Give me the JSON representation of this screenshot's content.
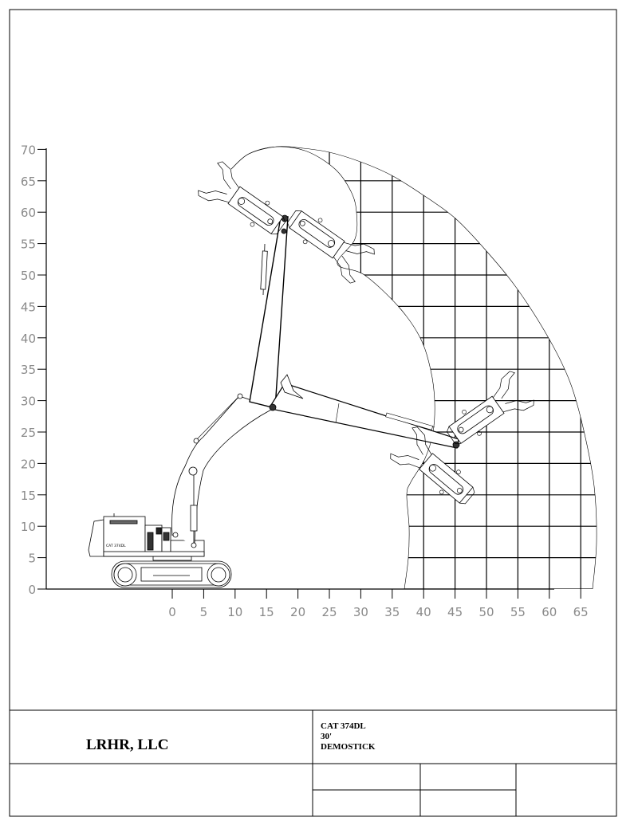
{
  "drawing": {
    "y_axis": {
      "ticks": [
        0,
        5,
        10,
        15,
        20,
        25,
        30,
        35,
        40,
        45,
        50,
        55,
        60,
        65,
        70
      ],
      "unit_scale": "feet"
    },
    "x_axis": {
      "ticks": [
        0,
        5,
        10,
        15,
        20,
        25,
        30,
        35,
        40,
        45,
        50,
        55,
        60,
        65
      ]
    },
    "machine_body_label": "CAT 374DL",
    "grid_color": "#000000",
    "tick_label_color": "#8a8a8a"
  },
  "title_block": {
    "company": "LRHR, LLC",
    "description": [
      "CAT 374DL",
      "30'",
      "DEMOSTICK"
    ]
  }
}
